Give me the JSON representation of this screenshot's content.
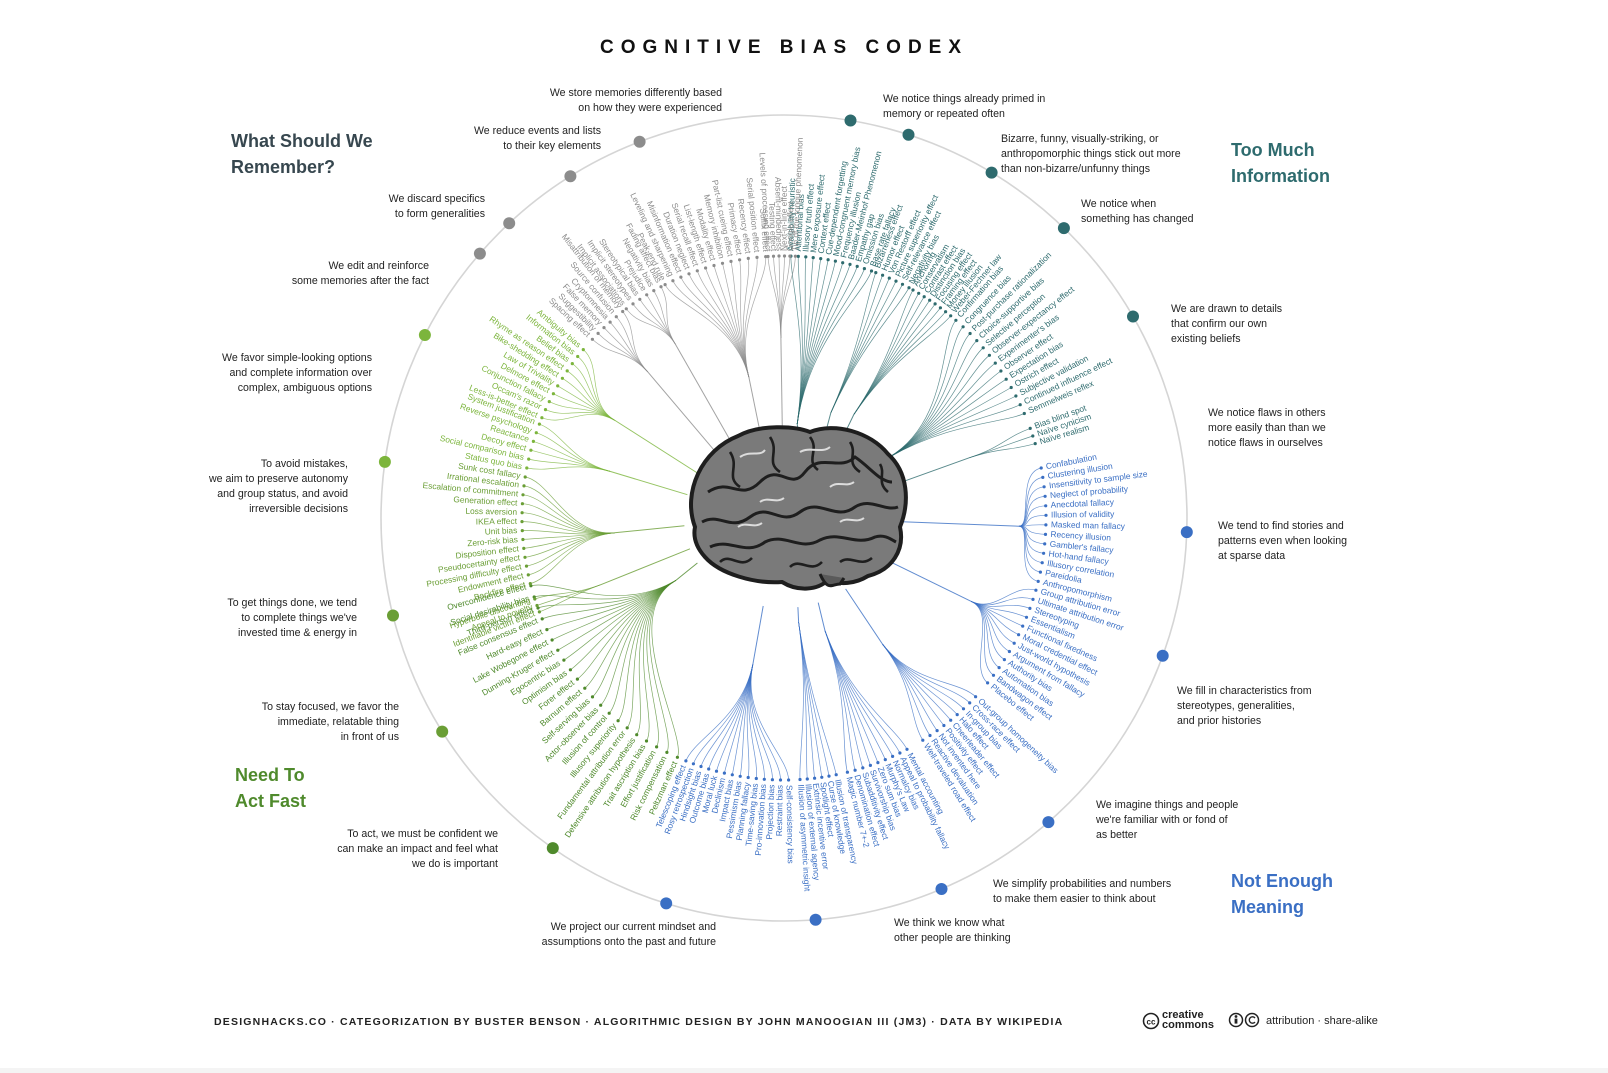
{
  "title": "COGNITIVE BIAS CODEX",
  "quadrants": [
    {
      "key": "remember",
      "lines": [
        "What Should We",
        "Remember?"
      ],
      "color": "#37474f"
    },
    {
      "key": "info",
      "lines": [
        "Too Much",
        "Information"
      ],
      "color": "#2e6b6e"
    },
    {
      "key": "meaning",
      "lines": [
        "Not Enough",
        "Meaning"
      ],
      "color": "#3a6fc4"
    },
    {
      "key": "act",
      "lines": [
        "Need To",
        "Act Fast"
      ],
      "color": "#4f8a2c"
    }
  ],
  "groups": [
    {
      "id": "primed",
      "color": "#2e6b6e",
      "lines": [
        "We notice things already primed in",
        "memory or repeated often"
      ],
      "biases": [
        "Availability heuristic",
        "Attentional bias",
        "Illusory truth effect",
        "Mere exposure effect",
        "Context effect",
        "Cue-dependent forgetting",
        "Mood-congruent memory bias",
        "Frequency illusion",
        "Baader-Meinhof Phenomenon",
        "Empathy gap",
        "Omission bias",
        "Base rate fallacy"
      ]
    },
    {
      "id": "bizarre",
      "color": "#2e6b6e",
      "lines": [
        "Bizarre, funny, visually-striking, or",
        "anthropomorphic things stick out more",
        "than non-bizarre/unfunny things"
      ],
      "biases": [
        "Bizarreness effect",
        "Humor effect",
        "Von Restorff effect",
        "Picture superiority effect",
        "Self-relevance effect",
        "Negativity bias"
      ]
    },
    {
      "id": "changed",
      "color": "#2e6b6e",
      "lines": [
        "We notice when",
        "something has changed"
      ],
      "biases": [
        "Anchoring",
        "Conservatism",
        "Contrast effect",
        "Distinction bias",
        "Focusing effect",
        "Framing effect",
        "Money illusion",
        "Weber-Fechner law"
      ]
    },
    {
      "id": "confirm",
      "color": "#2e6b6e",
      "lines": [
        "We are drawn to details",
        "that confirm our own",
        "existing beliefs"
      ],
      "biases": [
        "Confirmation bias",
        "Congruence bias",
        "Post-purchase rationalization",
        "Choice-supportive bias",
        "Selective perception",
        "Observer-expectancy effect",
        "Experimenter's bias",
        "Observer effect",
        "Expectation bias",
        "Ostrich effect",
        "Subjective validation",
        "Continued influence effect",
        "Semmelweis reflex"
      ]
    },
    {
      "id": "flaws",
      "color": "#2e6b6e",
      "lines": [
        "We notice flaws in others",
        "more easily than than we",
        "notice flaws in ourselves"
      ],
      "biases": [
        "Bias blind spot",
        "Naïve cynicism",
        "Naïve realism"
      ]
    },
    {
      "id": "stories",
      "color": "#3a6fc4",
      "lines": [
        "We tend to find stories and",
        "patterns even when looking",
        "at sparse data"
      ],
      "biases": [
        "Confabulation",
        "Clustering illusion",
        "Insensitivity to sample size",
        "Neglect of probability",
        "Anecdotal fallacy",
        "Illusion of validity",
        "Masked man fallacy",
        "Recency illusion",
        "Gambler's fallacy",
        "Hot-hand fallacy",
        "Illusory correlation",
        "Pareidolia",
        "Anthropomorphism"
      ]
    },
    {
      "id": "fill",
      "color": "#3a6fc4",
      "lines": [
        "We fill in characteristics from",
        "stereotypes, generalities,",
        "and prior histories"
      ],
      "biases": [
        "Group attribution error",
        "Ultimate attribution error",
        "Stereotyping",
        "Essentialism",
        "Functional fixedness",
        "Moral credential effect",
        "Just-world hypothesis",
        "Argument from fallacy",
        "Authority bias",
        "Automation bias",
        "Bandwagon effect",
        "Placebo effect"
      ]
    },
    {
      "id": "familiar",
      "color": "#3a6fc4",
      "lines": [
        "We imagine things and people",
        "we're familiar with or fond of",
        "as better"
      ],
      "biases": [
        "Out-group homogeneity bias",
        "Cross-race effect",
        "In-group bias",
        "Halo effect",
        "Cheerleader effect",
        "Positivity effect",
        "Not invented here",
        "Reactive devaluation",
        "Well-traveled road effect"
      ]
    },
    {
      "id": "simplify",
      "color": "#3a6fc4",
      "lines": [
        "We simplify probabilities and numbers",
        "to make them easier to think about"
      ],
      "biases": [
        "Mental accounting",
        "Appeal to probability fallacy",
        "Normalcy bias",
        "Murphy's Law",
        "Zero sum bias",
        "Survivorship bias",
        "Subadditivity effect",
        "Denomination effect",
        "Magic number 7+-2"
      ]
    },
    {
      "id": "think",
      "color": "#3a6fc4",
      "lines": [
        "We think we know what",
        "other people are thinking"
      ],
      "biases": [
        "Illusion of transparency",
        "Curse of knowledge",
        "Spotlight effect",
        "Extrinsic incentive error",
        "Illusion of external agency",
        "Illusion of asymmetric insight"
      ]
    },
    {
      "id": "project",
      "color": "#3a6fc4",
      "lines": [
        "We project our current mindset and",
        "assumptions onto the past and future"
      ],
      "biases": [
        "Self-consistency bias",
        "Restraint bias",
        "Projection bias",
        "Pro-innovation bias",
        "Time-saving bias",
        "Planning fallacy",
        "Pessimism bias",
        "Impact bias",
        "Declinism",
        "Moral luck",
        "Outcome bias",
        "Hindsight bias",
        "Rosy retrospection",
        "Telescoping effect"
      ]
    },
    {
      "id": "confident",
      "color": "#4f8a2c",
      "lines": [
        "To act, we must be confident we",
        "can make an impact and feel what",
        "we do is important"
      ],
      "biases": [
        "Peltzman effect",
        "Risk compensation",
        "Effort justification",
        "Trait ascription bias",
        "Defensive attribution hypothesis",
        "Fundamental attribution error",
        "Illusory superiority",
        "Illusion of control",
        "Actor-observer bias",
        "Self-serving bias",
        "Barnum effect",
        "Forer effect",
        "Optimism bias",
        "Egocentric bias",
        "Dunning-Kruger effect",
        "Lake Wobegone effect",
        "Hard-easy effect",
        "False consensus effect",
        "Third-person effect",
        "Social desirability bias",
        "Overconfidence effect"
      ]
    },
    {
      "id": "focused",
      "color": "#6a9e35",
      "lines": [
        "To stay focused, we favor the",
        "immediate, relatable thing",
        "in front of us"
      ],
      "biases": [
        "Identifiable victim effect",
        "Appeal to novelty",
        "Hyperbolic discounting"
      ]
    },
    {
      "id": "done",
      "color": "#6a9e35",
      "lines": [
        "To get things done, we tend",
        "to complete things we've",
        "invested time & energy in"
      ],
      "biases": [
        "Backfire effect",
        "Endowment effect",
        "Processing difficulty effect",
        "Pseudocertainty effect",
        "Disposition effect",
        "Zero-risk bias",
        "Unit bias",
        "IKEA effect",
        "Loss aversion",
        "Generation effect",
        "Escalation of commitment",
        "Irrational escalation",
        "Sunk cost fallacy"
      ]
    },
    {
      "id": "mistakes",
      "color": "#7cb53c",
      "lines": [
        "To avoid mistakes,",
        "we aim to preserve autonomy",
        "and group status, and avoid",
        "irreversible decisions"
      ],
      "biases": [
        "Status quo bias",
        "Social comparison bias",
        "Decoy effect",
        "Reactance",
        "Reverse psychology",
        "System justification"
      ]
    },
    {
      "id": "simple",
      "color": "#7cb53c",
      "lines": [
        "We favor simple-looking options",
        "and complete information over",
        "complex, ambiguous options"
      ],
      "biases": [
        "Less-is-better effect",
        "Occam's razor",
        "Conjunction fallacy",
        "Delmore effect",
        "Law of Triviality",
        "Bike-shedding effect",
        "Rhyme as reason effect",
        "Belief bias",
        "Information bias",
        "Ambiguity bias"
      ]
    },
    {
      "id": "edit",
      "color": "#8c8c8c",
      "lines": [
        "We edit and reinforce",
        "some memories after the fact"
      ],
      "biases": [
        "Spacing effect",
        "Suggestibility",
        "False memory",
        "Cryptomnesia",
        "Source confusion",
        "Misattribution of memory"
      ]
    },
    {
      "id": "discard",
      "color": "#8c8c8c",
      "lines": [
        "We discard specifics",
        "to form generalities"
      ],
      "biases": [
        "Implicit associations",
        "Implicit stereotypes",
        "Stereotypical bias",
        "Prejudice",
        "Negativity bias",
        "Fading affect bias"
      ]
    },
    {
      "id": "reduce",
      "color": "#8c8c8c",
      "lines": [
        "We reduce events and lists",
        "to their key elements"
      ],
      "biases": [
        "Peak-end rule",
        "Leveling and sharpening",
        "Misinformation effect",
        "Duration neglect",
        "Serial recall effect",
        "List-length effect",
        "Modality effect",
        "Memory inhibition",
        "Part-list cueing effect",
        "Primacy effect",
        "Recency effect",
        "Serial position effect",
        "Suffix effect"
      ]
    },
    {
      "id": "store",
      "color": "#8c8c8c",
      "lines": [
        "We store memories differently based",
        "on how they were experienced"
      ],
      "biases": [
        "Levels of processing effect",
        "Testing effect",
        "Absent-mindedness",
        "Next-in-line effect",
        "Google effect",
        "Tip of the tongue phenomenon"
      ]
    }
  ],
  "footer": {
    "credits": "DESIGNHACKS.CO · CATEGORIZATION BY BUSTER BENSON · ALGORITHMIC DESIGN BY JOHN MANOOGIAN III (JM3) · DATA BY WIKIPEDIA",
    "cc_line1": "creative",
    "cc_line2": "commons",
    "cc_badge": "cc",
    "license": "attribution · share-alike"
  }
}
